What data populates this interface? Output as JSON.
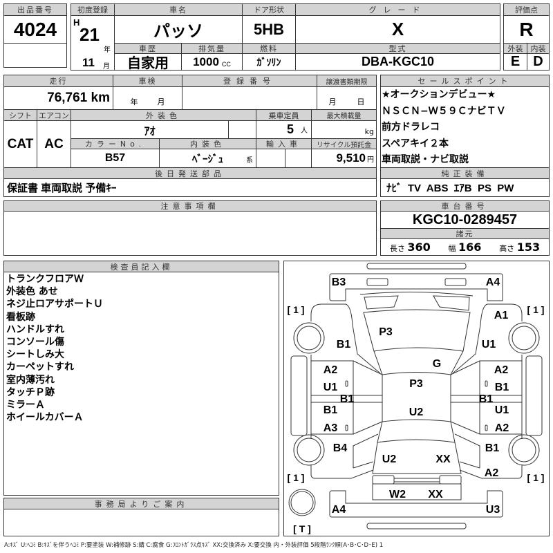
{
  "lot": {
    "header": "出品番号",
    "value": "4024"
  },
  "first_reg": {
    "header": "初度登録",
    "era": "H",
    "year": "21",
    "year_unit": "年",
    "month": "11",
    "month_unit": "月"
  },
  "car_name": {
    "header": "車名",
    "value": "パッソ"
  },
  "door": {
    "header": "ドア形状",
    "value": "5HB"
  },
  "grade": {
    "header": "グレード",
    "value": "X"
  },
  "history": {
    "header": "車歴",
    "value": "自家用"
  },
  "displacement": {
    "header": "排気量",
    "value": "1000",
    "unit": "CC"
  },
  "fuel": {
    "header": "燃料",
    "value": "ｶﾞｿﾘﾝ"
  },
  "model": {
    "header": "型式",
    "value": "DBA-KGC10"
  },
  "score": {
    "header": "評価点",
    "value": "R",
    "ext_header": "外装",
    "int_header": "内装",
    "ext_value": "E",
    "int_value": "D"
  },
  "mileage": {
    "header": "走行",
    "value": "76,761",
    "unit": "km"
  },
  "inspection": {
    "header": "車検",
    "year_unit": "年",
    "month_unit": "月"
  },
  "reg_number": {
    "header": "登録番号"
  },
  "transfer": {
    "header": "譲渡書類期限",
    "month_unit": "月",
    "day_unit": "日"
  },
  "shift": {
    "header": "シフト",
    "value": "CAT"
  },
  "aircon": {
    "header": "エアコン",
    "value": "AC"
  },
  "ext_color": {
    "header": "外装色",
    "value": "ｱｵ"
  },
  "capacity": {
    "header": "乗車定員",
    "value": "5",
    "unit": "人"
  },
  "max_load": {
    "header": "最大積載量",
    "unit": "kg"
  },
  "color_no": {
    "header": "カラーNo.",
    "value": "B57"
  },
  "int_color": {
    "header": "内装色",
    "value": "ﾍﾞｰｼﾞｭ",
    "suffix": "系"
  },
  "import": {
    "header": "輸入車"
  },
  "recycle": {
    "header": "リサイクル預託金",
    "value": "9,510",
    "unit": "円"
  },
  "parts": {
    "header": "後日発送部品",
    "value": "保証書 車両取説 予備ｷｰ"
  },
  "sales_points": {
    "header": "セールスポイント",
    "items": [
      "★オークションデビュー★",
      "ＮＳＣＮ−Ｗ５９ＣナビＴＶ",
      "前方ドラレコ",
      "スペアキイ２本",
      "車両取説・ナビ取説"
    ]
  },
  "equipment": {
    "header": "純正装備",
    "value": "ﾅﾋﾞ  TV  ABS  ｴｱB  PS  PW"
  },
  "notes": {
    "header": "注意事項欄"
  },
  "chassis": {
    "header": "車台番号",
    "value": "KGC10-0289457"
  },
  "specs": {
    "header": "諸元",
    "length_label": "長さ",
    "length": "360",
    "width_label": "幅",
    "width": "166",
    "height_label": "高さ",
    "height": "153"
  },
  "inspector": {
    "header": "検査員記入欄",
    "items": [
      "トランクフロアＷ",
      "外装色 あせ",
      "ネジ止ロアサポートＵ",
      "看板跡",
      "ハンドルすれ",
      "コンソール傷",
      "シートしみ大",
      "カーペットすれ",
      "室内薄汚れ",
      "タッチＰ跡",
      "ミラーＡ",
      "ホイールカバーＡ"
    ]
  },
  "office": {
    "header": "事務局よりご案内"
  },
  "diagram": {
    "labels": [
      "B3",
      "A4",
      "[ 1 ]",
      "[ 1 ]",
      "A1",
      "P3",
      "B1",
      "U1",
      "G",
      "A2",
      "A2",
      "U1",
      "B1",
      "P3",
      "B1",
      "B1",
      "B1",
      "U1",
      "U2",
      "A3",
      "A2",
      "B4",
      "B1",
      "U2",
      "XX",
      "[ 1 ]",
      "[ 1 ]",
      "A2",
      "W2",
      "XX",
      "A4",
      "U3",
      "[ T ]"
    ]
  },
  "legend": "A:ｷｽﾞ  U:ﾍｺﾐ  B:ｷｽﾞを伴うﾍｺﾐ  P:要塗装  W:補修跡  S:錆  C:腐食  G:ﾌﾛﾝﾄｶﾞﾗｽ点ｷｽﾞ  XX:交換済み  X:要交換   内・外装評価  5段階ﾗﾝｸ順(A･B･C･D･E) 1"
}
